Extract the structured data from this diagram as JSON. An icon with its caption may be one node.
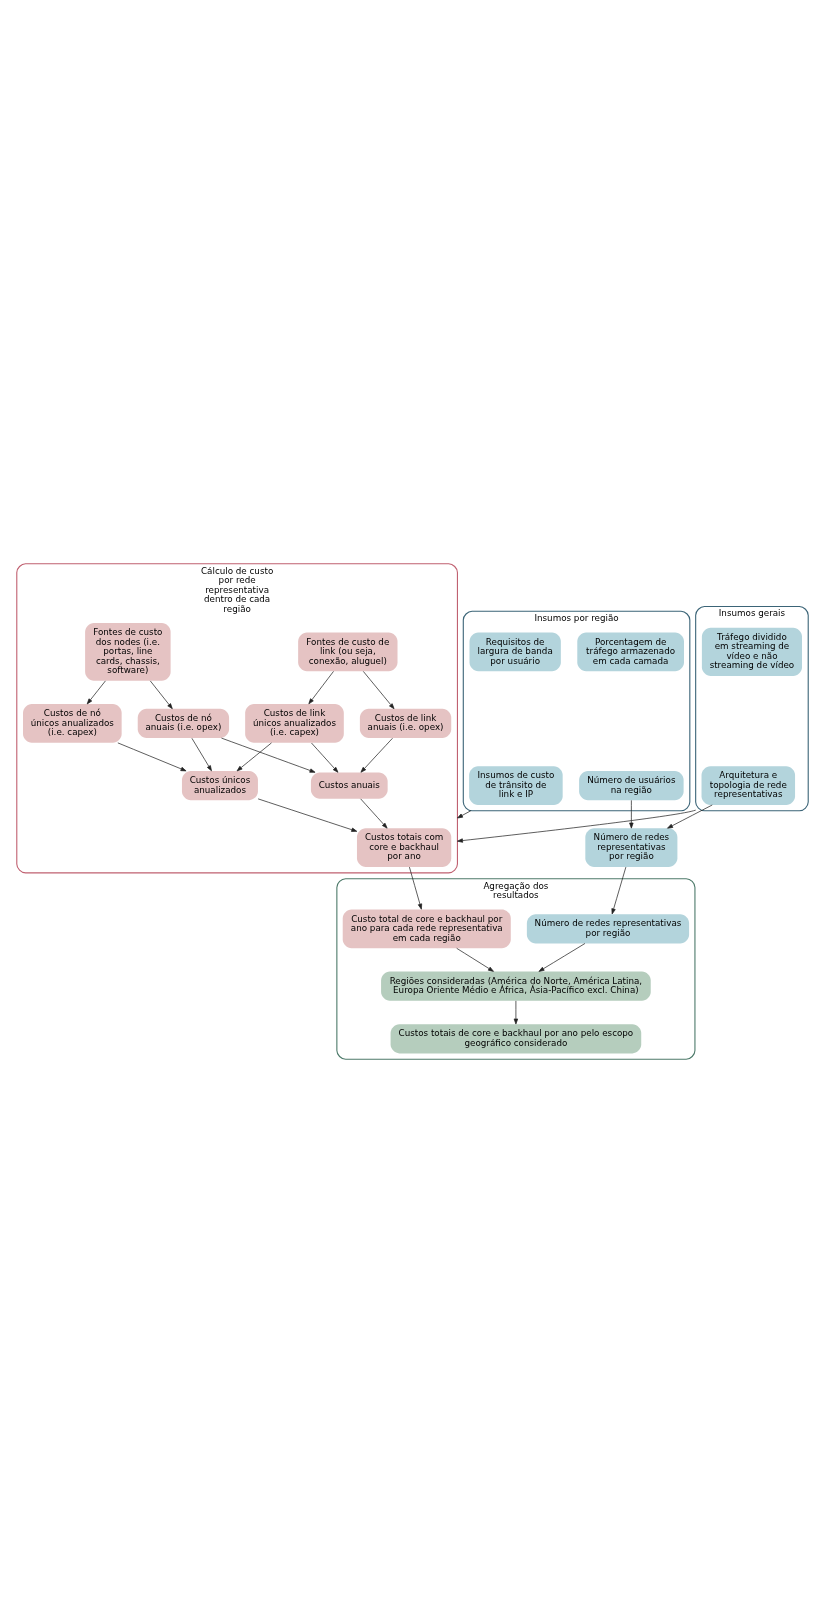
{
  "diagram": {
    "nodes": [
      {
        "text": [
          "Insumos gerais"
        ]
      },
      {
        "text": [
          "Tráfego dividido em streaming de vídeo e não streaming de vídeo"
        ],
        "in": 0
      },
      {
        "text": [
          "Arquitetura e topologia de rede representativas"
        ],
        "in": 0
      },
      {
        "text": [
          "Número de redes representativas por região"
        ]
      },
      {
        "text": [
          "Insumos por região"
        ]
      },
      {
        "text": [
          "Porcentagem de tráfego armazenado em cada camada"
        ],
        "in": 4
      },
      {
        "text": [
          "Requisitos de largura de banda por usuário"
        ],
        "in": 4
      },
      {
        "text": [
          "Número de usuários na região"
        ],
        "in": 4
      },
      {
        "text": [
          "Insumos de custo de trânsito de link e IP"
        ],
        "in": 4
      },
      {
        "text": [
          "Cálculo de custo por rede representativa dentro de cada região"
        ]
      },
      {
        "text": [
          "Fontes de custo de link (ou seja, conexão, aluguel)"
        ],
        "in": 9
      },
      {
        "text": [
          "Fontes de custo dos nodes (i.e. portas, line cards, chassis, software)"
        ],
        "in": 9
      },
      {
        "text": [
          "Custos de link anuais (i.e. opex)"
        ],
        "in": 9
      },
      {
        "text": [
          "Custos de link únicos anualizados (i.e. capex)"
        ],
        "in": 9
      },
      {
        "text": [
          "Custos de nó anuais (i.e. opex)"
        ],
        "in": 9
      },
      {
        "text": [
          "Custos de nó únicos anualizados (i.e. capex)"
        ],
        "in": 9
      },
      {
        "text": [
          "Custos anuais"
        ],
        "in": 9
      },
      {
        "text": [
          "Custos únicos anualizados"
        ],
        "in": 9
      },
      {
        "text": [
          "Custos totais com core e backhaul por ano"
        ],
        "in": 9
      },
      {
        "text": [
          "Agregação dos resultados"
        ]
      },
      {
        "text": [
          "Número de redes representativas por região"
        ],
        "in": 19
      },
      {
        "text": [
          "Custo total de core e backhaul por ano para cada rede representativa em cada região"
        ],
        "in": 19
      },
      {
        "text": [
          "Regiões consideradas (América do Norte, América Latina, Europa Oriente Médio e África, Ásia-Pacífico excl. China)"
        ],
        "in": 19
      },
      {
        "text": [
          "Custos totais de core e backhaul por ano pelo escopo geográfico considerado"
        ],
        "in": 19
      }
    ],
    "edges": [
      {
        "from": 2,
        "to": 3,
        "arrow": "to"
      },
      {
        "from": 7,
        "to": 3,
        "arrow": "to"
      },
      {
        "from": 0,
        "to": 9,
        "arrow": "to"
      },
      {
        "from": 4,
        "to": 9,
        "arrow": "to"
      },
      {
        "from": 3,
        "to": 20,
        "arrow": "to"
      },
      {
        "from": 10,
        "to": 12,
        "arrow": "to"
      },
      {
        "from": 10,
        "to": 13,
        "arrow": "to"
      },
      {
        "from": 11,
        "to": 14,
        "arrow": "to"
      },
      {
        "from": 11,
        "to": 15,
        "arrow": "to"
      },
      {
        "from": 12,
        "to": 16,
        "arrow": "to"
      },
      {
        "from": 13,
        "to": 16,
        "arrow": "to"
      },
      {
        "from": 13,
        "to": 17,
        "arrow": "to"
      },
      {
        "from": 14,
        "to": 16,
        "arrow": "to"
      },
      {
        "from": 14,
        "to": 17,
        "arrow": "to"
      },
      {
        "from": 15,
        "to": 17,
        "arrow": "to"
      },
      {
        "from": 16,
        "to": 18,
        "arrow": "to"
      },
      {
        "from": 17,
        "to": 18,
        "arrow": "to"
      },
      {
        "from": 18,
        "to": 21,
        "arrow": "to"
      },
      {
        "from": 20,
        "to": 22,
        "arrow": "to"
      },
      {
        "from": 21,
        "to": 22,
        "arrow": "to"
      },
      {
        "from": 22,
        "to": 23,
        "arrow": "to"
      }
    ]
  }
}
